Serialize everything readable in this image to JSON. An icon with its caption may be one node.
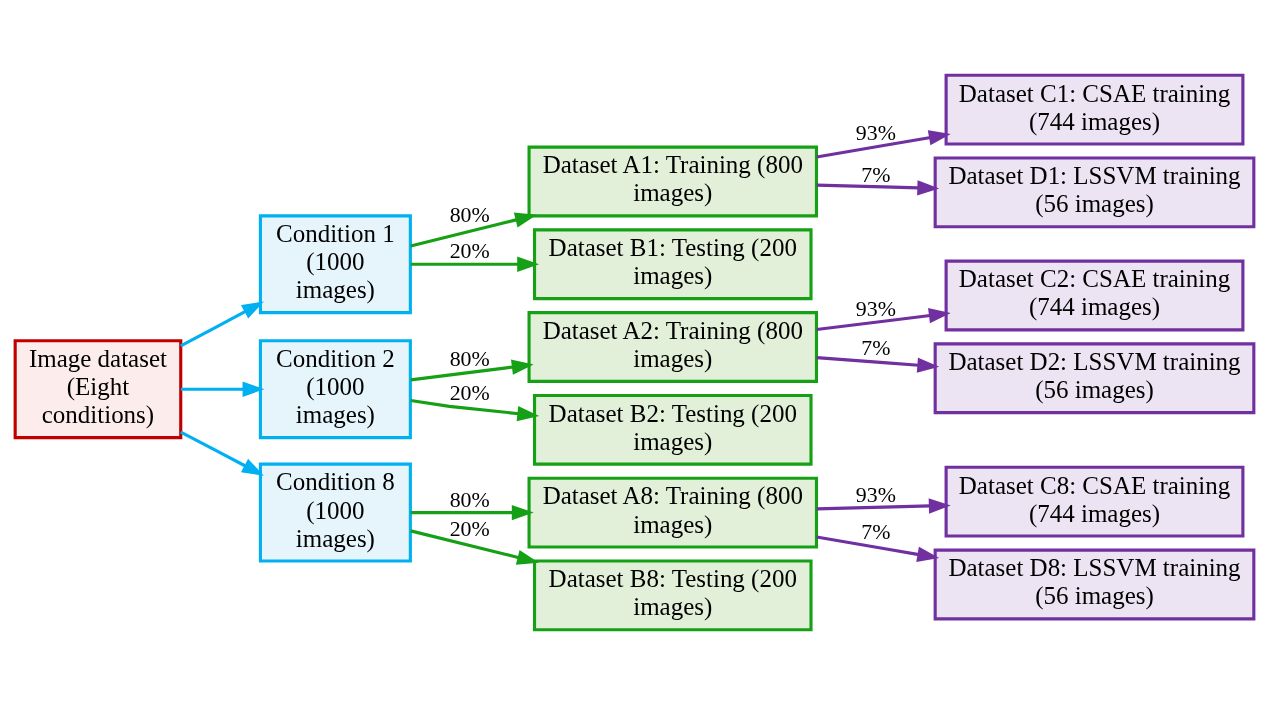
{
  "diagram": {
    "nodes": [
      {
        "text": [
          "Image dataset (Eight conditions)"
        ]
      },
      {
        "text": [
          "Condition 1 (1000 images)"
        ]
      },
      {
        "text": [
          "Condition 2 (1000 images)"
        ]
      },
      {
        "text": [
          "Condition 8 (1000 images)"
        ]
      },
      {
        "text": [
          "Dataset A1: Training (800 images)"
        ]
      },
      {
        "text": [
          "Dataset B1: Testing (200 images)"
        ]
      },
      {
        "text": [
          "Dataset A2: Training (800 images)"
        ]
      },
      {
        "text": [
          "Dataset B2: Testing (200 images)"
        ]
      },
      {
        "text": [
          "Dataset A8: Training (800 images)"
        ]
      },
      {
        "text": [
          "Dataset B8: Testing (200 images)"
        ]
      },
      {
        "text": [
          "Dataset C1: CSAE training (744 images)"
        ]
      },
      {
        "text": [
          "Dataset D1: LSSVM training (56 images)"
        ]
      },
      {
        "text": [
          "Dataset C2: CSAE training (744 images)"
        ]
      },
      {
        "text": [
          "Dataset D2: LSSVM training (56 images)"
        ]
      },
      {
        "text": [
          "Dataset C8: CSAE training (744 images)"
        ]
      },
      {
        "text": [
          "Dataset D8: LSSVM training (56 images)"
        ]
      }
    ],
    "edges": [
      {
        "from": 0,
        "to": 1,
        "arrow": "to",
        "color": "#00b0f0"
      },
      {
        "from": 0,
        "to": 2,
        "arrow": "to",
        "color": "#00b0f0"
      },
      {
        "from": 0,
        "to": 3,
        "arrow": "to",
        "color": "#00b0f0"
      },
      {
        "from": 1,
        "to": 4,
        "arrow": "to",
        "label": "80%",
        "color": "#16a016"
      },
      {
        "from": 1,
        "to": 5,
        "arrow": "to",
        "label": "20%",
        "color": "#16a016"
      },
      {
        "from": 2,
        "to": 6,
        "arrow": "to",
        "label": "80%",
        "color": "#16a016"
      },
      {
        "from": 2,
        "to": 7,
        "arrow": "to",
        "label": "20%",
        "color": "#16a016"
      },
      {
        "from": 3,
        "to": 8,
        "arrow": "to",
        "label": "80%",
        "color": "#16a016"
      },
      {
        "from": 3,
        "to": 9,
        "arrow": "to",
        "label": "20%",
        "color": "#16a016"
      },
      {
        "from": 4,
        "to": 10,
        "arrow": "to",
        "label": "93%",
        "color": "#7030a0"
      },
      {
        "from": 4,
        "to": 11,
        "arrow": "to",
        "label": "7%",
        "color": "#7030a0"
      },
      {
        "from": 6,
        "to": 12,
        "arrow": "to",
        "label": "93%",
        "color": "#7030a0"
      },
      {
        "from": 6,
        "to": 13,
        "arrow": "to",
        "label": "7%",
        "color": "#7030a0"
      },
      {
        "from": 8,
        "to": 14,
        "arrow": "to",
        "label": "93%",
        "color": "#7030a0"
      },
      {
        "from": 8,
        "to": 15,
        "arrow": "to",
        "label": "7%",
        "color": "#7030a0"
      }
    ]
  }
}
